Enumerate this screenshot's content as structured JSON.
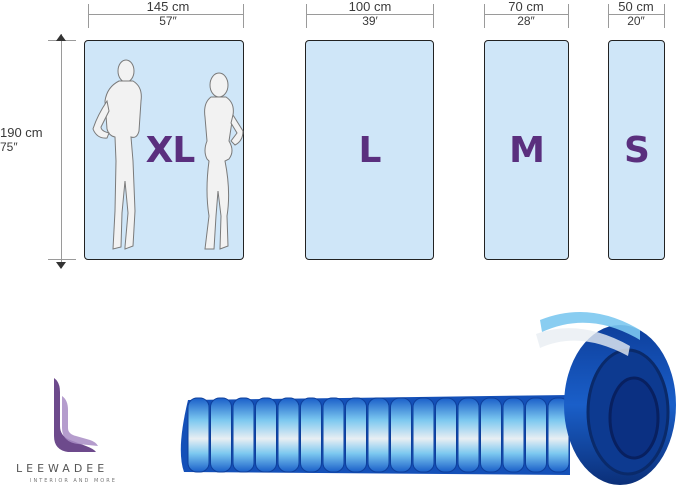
{
  "dimensions": {
    "xl": {
      "cm": "145 cm",
      "inch": "57″"
    },
    "l": {
      "cm": "100 cm",
      "inch": "39′"
    },
    "m": {
      "cm": "70 cm",
      "inch": "28″"
    },
    "s": {
      "cm": "50 cm",
      "inch": "20″"
    },
    "height": {
      "cm": "190 cm",
      "inch": "75″"
    }
  },
  "sizes": {
    "xl": "XL",
    "l": "L",
    "m": "M",
    "s": "S"
  },
  "brand": {
    "name": "LEEWADEE",
    "tagline": "INTERIOR AND MORE"
  },
  "colors": {
    "mat_fill": "#cfe6f8",
    "size_label": "#5a2f7e",
    "cushion_blue": "#1a5fc9",
    "cushion_light": "#7cc8f0",
    "logo_purple": "#6d4a8c"
  }
}
